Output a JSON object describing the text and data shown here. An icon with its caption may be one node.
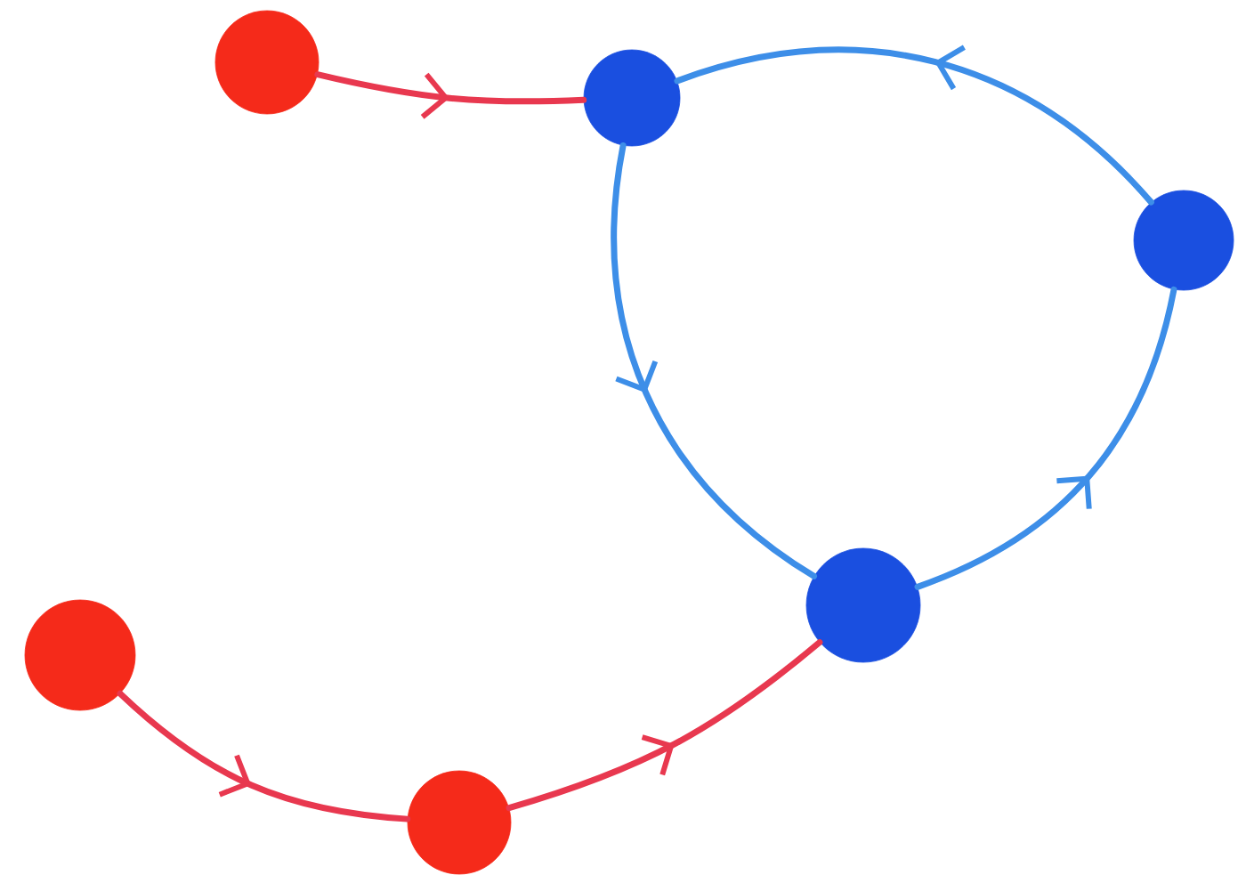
{
  "diagram": {
    "nodes": [
      {
        "text": [],
        "shape": "circle"
      },
      {
        "text": [],
        "shape": "circle"
      },
      {
        "text": [],
        "shape": "circle"
      },
      {
        "text": [],
        "shape": "circle"
      },
      {
        "text": [],
        "shape": "circle"
      },
      {
        "text": [],
        "shape": "circle"
      }
    ],
    "edges": [
      {
        "from": 0,
        "to": 1,
        "arrow": "to",
        "color": "#e8384f"
      },
      {
        "from": 2,
        "to": 1,
        "arrow": "to",
        "color": "#3d8ee8"
      },
      {
        "from": 1,
        "to": 5,
        "arrow": "to",
        "color": "#3d8ee8"
      },
      {
        "from": 5,
        "to": 2,
        "arrow": "to",
        "color": "#3d8ee8"
      },
      {
        "from": 3,
        "to": 4,
        "arrow": "to",
        "color": "#e8384f"
      },
      {
        "from": 4,
        "to": 5,
        "arrow": "to",
        "color": "#e8384f"
      }
    ]
  }
}
